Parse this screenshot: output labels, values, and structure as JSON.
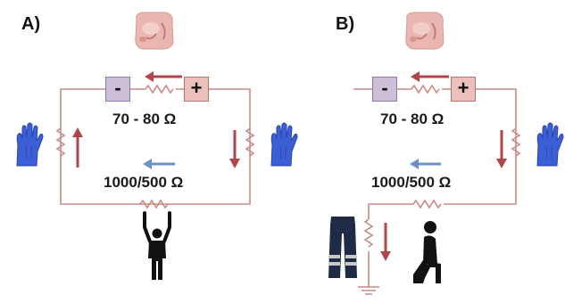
{
  "panels": [
    {
      "label": "A)",
      "terminal_neg": "-",
      "terminal_pos": "+",
      "skin_resistance": "70 - 80 Ω",
      "body_resistance": "1000/500 Ω"
    },
    {
      "label": "B)",
      "terminal_neg": "-",
      "terminal_pos": "+",
      "skin_resistance": "70 - 80 Ω",
      "body_resistance": "1000/500 Ω"
    }
  ],
  "colors": {
    "wire": "#c98b86",
    "current_arrow": "#b2454a",
    "leakage_arrow": "#6d92c2",
    "glove": "#3c5fd6",
    "figure": "#111111"
  },
  "icons": [
    "skin-model-image",
    "glove-icon",
    "person-hands-up-icon",
    "kneeling-person-icon",
    "trousers-icon",
    "ground-icon",
    "resistor-icon",
    "arrow-icon"
  ]
}
